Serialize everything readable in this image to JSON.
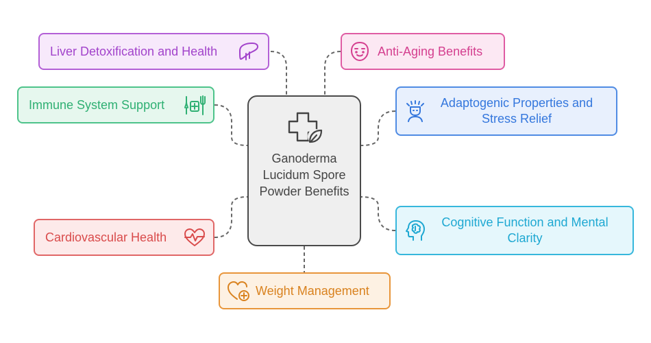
{
  "center": {
    "title": "Ganoderma Lucidum Spore Powder Benefits",
    "icon": "medical-cross-leaf-icon"
  },
  "nodes": {
    "liver": {
      "label": "Liver Detoxification and Health",
      "icon": "liver-icon",
      "color": "#a243cb"
    },
    "immune": {
      "label": "Immune System Support",
      "icon": "medical-tools-icon",
      "color": "#2fb073"
    },
    "cardio": {
      "label": "Cardiovascular Health",
      "icon": "heartbeat-icon",
      "color": "#d94b4b"
    },
    "anti_aging": {
      "label": "Anti-Aging Benefits",
      "icon": "face-mask-icon",
      "color": "#d43f8f"
    },
    "adaptogenic": {
      "label": "Adaptogenic Properties and Stress Relief",
      "icon": "stressed-person-icon",
      "color": "#3477dd"
    },
    "cognitive": {
      "label": "Cognitive Function and Mental Clarity",
      "icon": "brain-head-icon",
      "color": "#1ea8d2"
    },
    "weight": {
      "label": "Weight Management",
      "icon": "heart-plus-icon",
      "color": "#d9821f"
    }
  }
}
